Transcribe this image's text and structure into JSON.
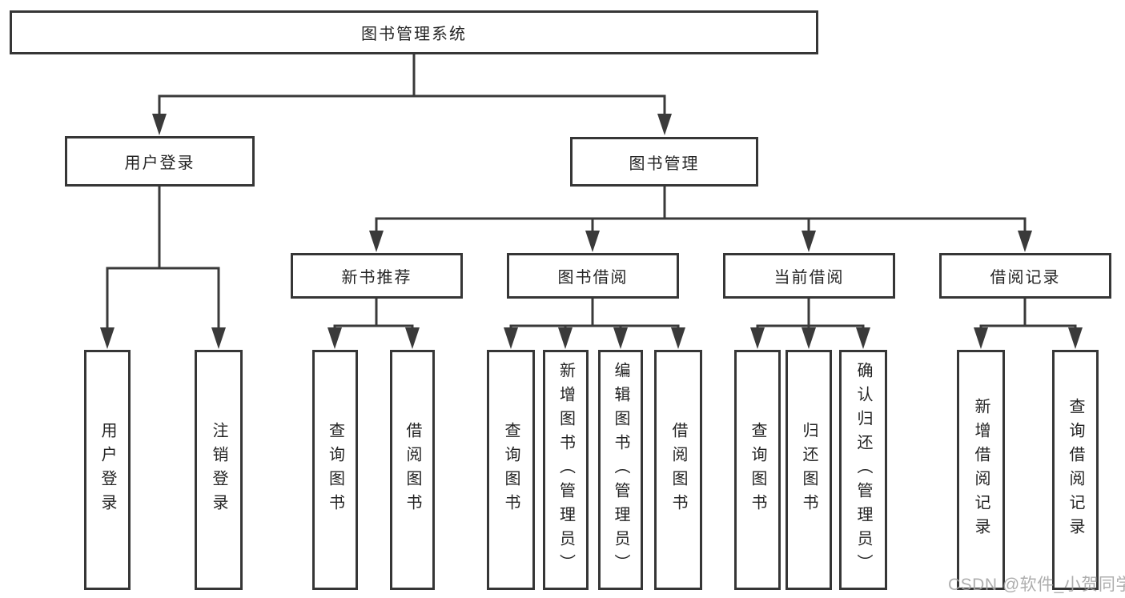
{
  "diagram": {
    "title": "图书管理系统",
    "branches": {
      "user_login": {
        "label": "用户登录",
        "children": {
          "login": "用户登录",
          "logout": "注销登录"
        }
      },
      "book_management": {
        "label": "图书管理",
        "sections": {
          "new_book": {
            "label": "新书推荐",
            "children": {
              "query": "查询图书",
              "borrow": "借阅图书"
            }
          },
          "borrowing": {
            "label": "图书借阅",
            "children": {
              "query": "查询图书",
              "add": "新增图书（管理员）",
              "edit": "编辑图书（管理员）",
              "borrow": "借阅图书"
            }
          },
          "current": {
            "label": "当前借阅",
            "children": {
              "query": "查询图书",
              "return": "归还图书",
              "confirm": "确认归还（管理员）"
            }
          },
          "records": {
            "label": "借阅记录",
            "children": {
              "add": "新增借阅记录",
              "query": "查询借阅记录"
            }
          }
        }
      }
    }
  },
  "watermark": "CSDN @软件_小贺同学",
  "colors": {
    "line": "#3a3a3a",
    "border": "#363636",
    "text": "#242424",
    "watermark": "#a5a5a5",
    "background": "#ffffff"
  }
}
